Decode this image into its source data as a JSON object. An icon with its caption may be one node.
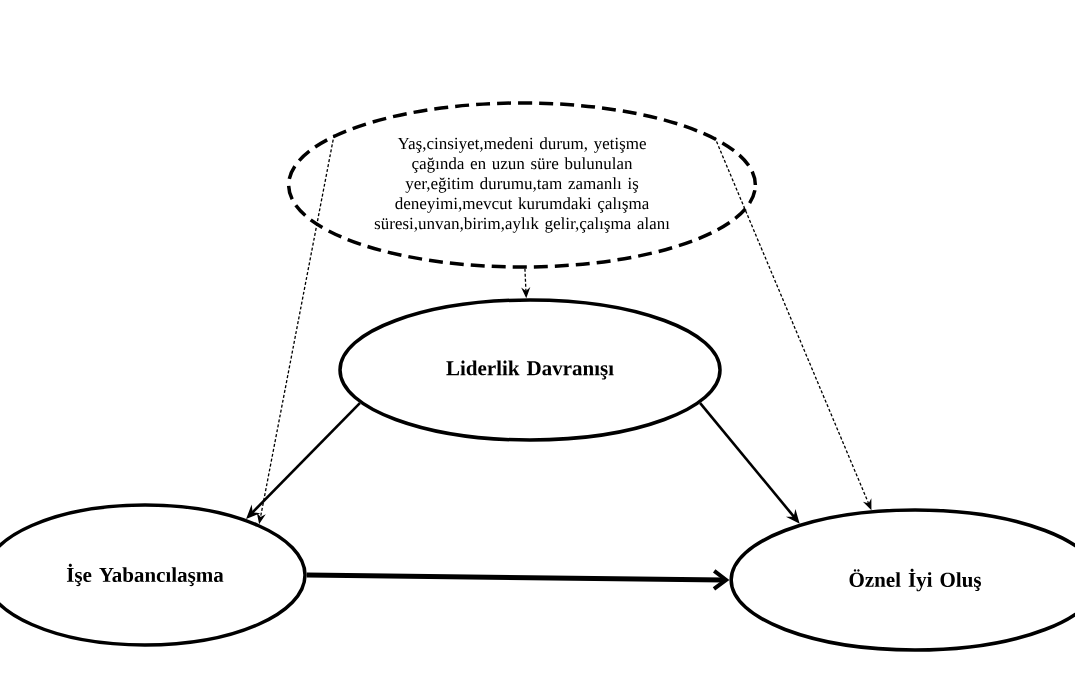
{
  "diagram": {
    "nodes": [
      {
        "text": [
          "Yaş,cinsiyet,medeni durum, yetişme çağında en uzun süre bulunulan yer,eğitim durumu,tam zamanlı iş deneyimi,mevcut kurumdaki çalışma süresi,unvan,birim,aylık gelir,çalışma alanı"
        ]
      },
      {
        "text": [
          "Liderlik Davranışı"
        ]
      },
      {
        "text": [
          "İşe Yabancılaşma"
        ]
      },
      {
        "text": [
          "Öznel İyi Oluş"
        ]
      }
    ],
    "edges": [
      {
        "from": 0,
        "to": 1,
        "arrow": "to",
        "style": "dashed"
      },
      {
        "from": 0,
        "to": 2,
        "arrow": "to",
        "style": "dashed"
      },
      {
        "from": 0,
        "to": 3,
        "arrow": "to",
        "style": "dashed"
      },
      {
        "from": 1,
        "to": 2,
        "arrow": "to"
      },
      {
        "from": 1,
        "to": 3,
        "arrow": "to"
      },
      {
        "from": 2,
        "to": 3,
        "arrow": "to",
        "style": "thick"
      }
    ]
  }
}
